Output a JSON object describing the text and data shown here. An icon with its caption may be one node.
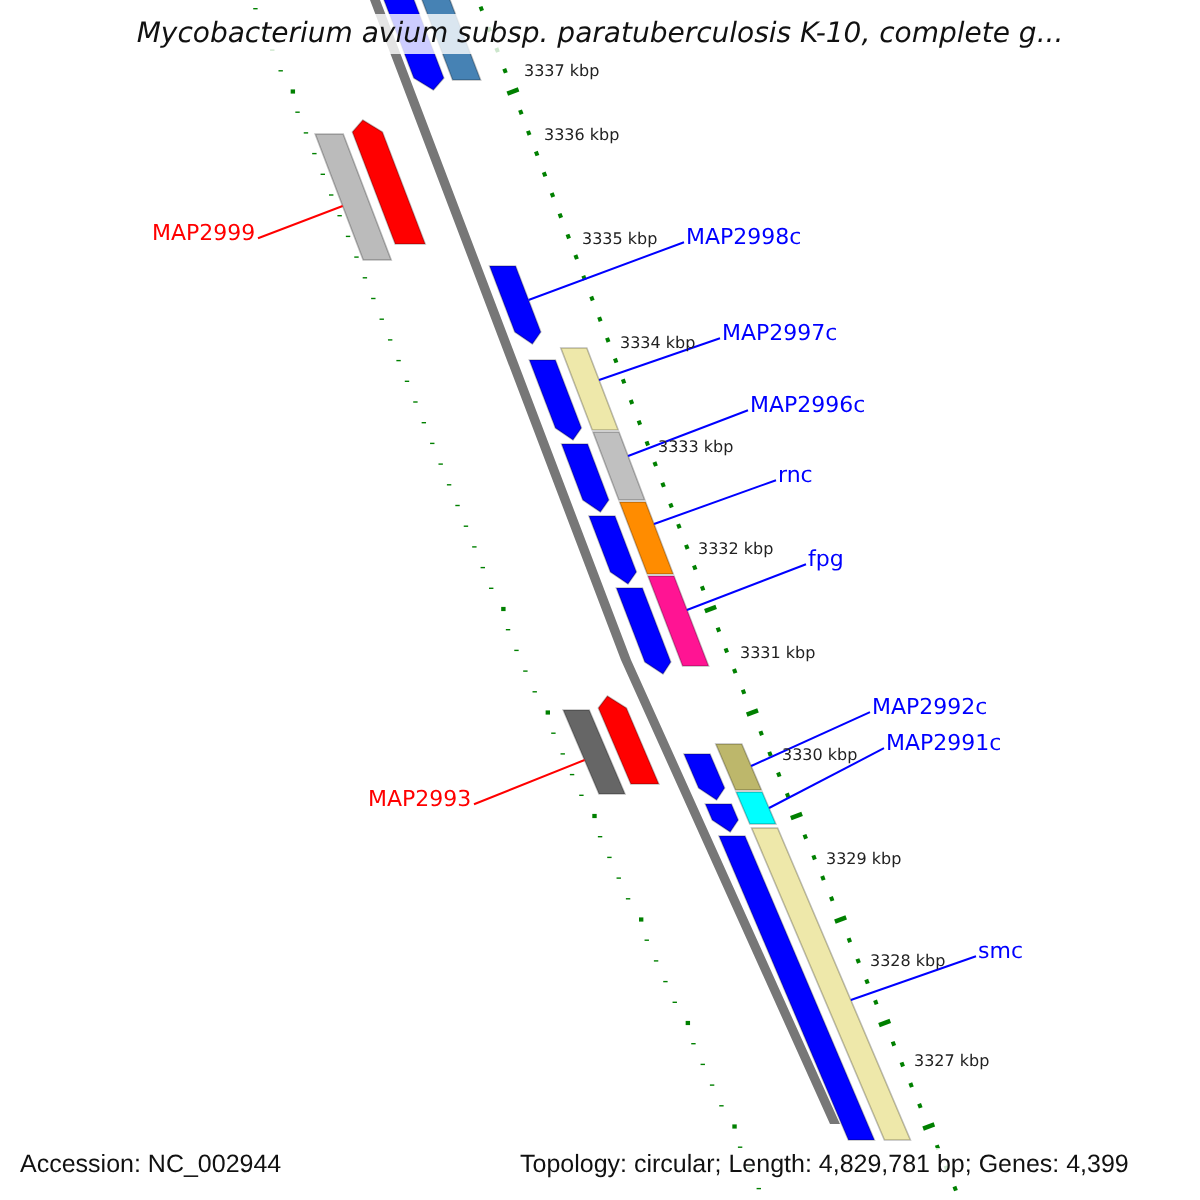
{
  "diagram": {
    "title": "Mycobacterium avium subsp. paratuberculosis K-10, complete g...",
    "nodes": [
      {
        "text": [
          "MAP2999"
        ]
      },
      {
        "text": [],
        "shape": "box"
      },
      {
        "text": [
          "MAP2998c"
        ]
      },
      {
        "text": [],
        "shape": "arrow"
      },
      {
        "text": [
          "MAP2997c"
        ]
      },
      {
        "text": [],
        "shape": "box"
      },
      {
        "text": [
          "MAP2996c"
        ]
      },
      {
        "text": [],
        "shape": "box"
      },
      {
        "text": [
          "rnc"
        ]
      },
      {
        "text": [],
        "shape": "box"
      },
      {
        "text": [
          "fpg"
        ]
      },
      {
        "text": [],
        "shape": "box"
      },
      {
        "text": [
          "MAP2992c"
        ]
      },
      {
        "text": [],
        "shape": "box"
      },
      {
        "text": [
          "MAP2991c"
        ]
      },
      {
        "text": [],
        "shape": "box"
      },
      {
        "text": [
          "MAP2993"
        ]
      },
      {
        "text": [],
        "shape": "box"
      },
      {
        "text": [
          "smc"
        ]
      },
      {
        "text": [],
        "shape": "box"
      },
      {
        "text": [],
        "shape": "arrow"
      },
      {
        "text": [],
        "shape": "box"
      },
      {
        "text": [],
        "shape": "arrow"
      },
      {
        "text": [],
        "shape": "arrow"
      },
      {
        "text": [],
        "shape": "arrow"
      },
      {
        "text": [],
        "shape": "arrow"
      },
      {
        "text": [],
        "shape": "arrow"
      },
      {
        "text": [],
        "shape": "arrow"
      },
      {
        "text": [],
        "shape": "arrow"
      },
      {
        "text": [],
        "shape": "arrow"
      },
      {
        "text": [],
        "shape": "box"
      }
    ],
    "edges": [
      {
        "from": 0,
        "to": 1,
        "arrow": "none",
        "color": "#ff0000"
      },
      {
        "from": 2,
        "to": 3,
        "arrow": "none"
      },
      {
        "from": 4,
        "to": 5,
        "arrow": "none"
      },
      {
        "from": 6,
        "to": 7,
        "arrow": "none"
      },
      {
        "from": 8,
        "to": 9,
        "arrow": "none"
      },
      {
        "from": 10,
        "to": 11,
        "arrow": "none"
      },
      {
        "from": 12,
        "to": 13,
        "arrow": "none"
      },
      {
        "from": 14,
        "to": 15,
        "arrow": "none"
      },
      {
        "from": 16,
        "to": 17,
        "arrow": "none",
        "color": "#ff0000"
      },
      {
        "from": 18,
        "to": 19,
        "arrow": "none"
      }
    ],
    "labels": [
      "3337 kbp",
      "3336 kbp",
      "3335 kbp",
      "3334 kbp",
      "3333 kbp",
      "3332 kbp",
      "3331 kbp",
      "3330 kbp",
      "3329 kbp",
      "3328 kbp",
      "3327 kbp",
      "Accession: NC_002944",
      "Topology: circular; Length: 4,829,781 bp; Genes: 4,399"
    ]
  }
}
